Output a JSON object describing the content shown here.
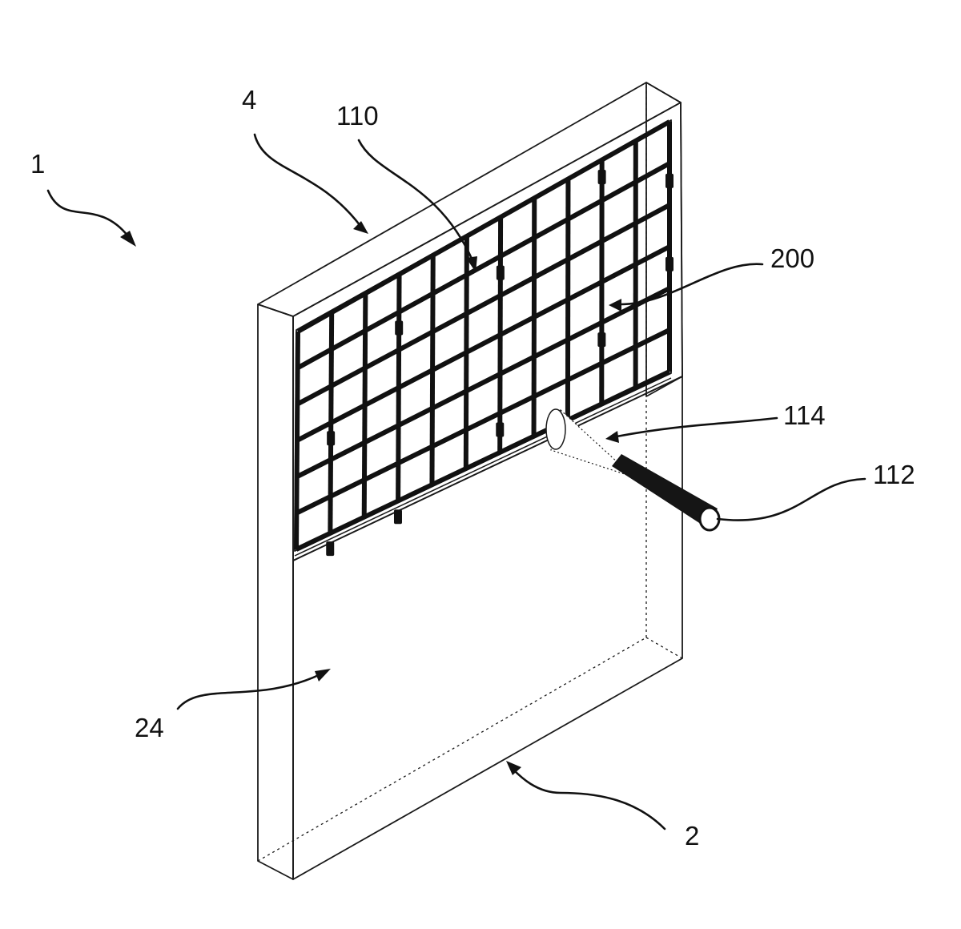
{
  "figure": {
    "labels": {
      "device": "1",
      "container": "2",
      "frame": "4",
      "chamber": "24",
      "clip": "110",
      "nozzle": "112",
      "jet": "114",
      "grid": "200"
    }
  },
  "colors": {
    "ink": "#111111",
    "background": "#ffffff"
  }
}
